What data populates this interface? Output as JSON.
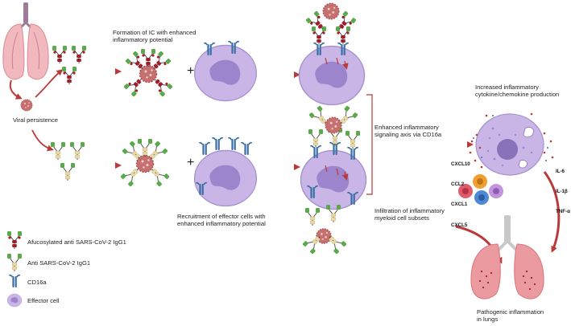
{
  "labels": {
    "viral_persistence": "Viral persistence",
    "formation_ic": "Formation of IC with enhanced\ninflammatory potential",
    "recruitment": "Recruitment of effector cells with\nenhanced inflammatory potential",
    "signaling_axis": "Enhanced inflammatory\nsignaling axis via CD16a",
    "infiltration": "Infiltration of inflammatory\nmyeloid cell subsets",
    "increased_production": "Increased inflammatory\ncytokine/chemokine production",
    "pathogenic": "Pathogenic inflammation\nin lungs"
  },
  "chemokines": [
    "CXCL10",
    "CCL2",
    "CXCL1",
    "CXCL5"
  ],
  "cytokines": [
    "IL-6",
    "IL-1β",
    "TNF-α"
  ],
  "operators": {
    "plus": "+"
  },
  "legend": [
    {
      "icon": "afucosylated-igg1-icon",
      "label": "Afucosylated anti SARS-CoV-2 IgG1"
    },
    {
      "icon": "igg1-icon",
      "label": "Anti SARS-CoV-2 IgG1"
    },
    {
      "icon": "cd16a-receptor-icon",
      "label": "CD16a"
    },
    {
      "icon": "effector-cell-icon",
      "label": "Effector cell"
    }
  ],
  "colors": {
    "arrow": "#b83a3a",
    "antibody_light": "#5aa94a",
    "antibody_afuco": "#a01e2a",
    "antibody_plain": "#e9d9a6",
    "receptor": "#3a6fa5",
    "cell": "#c9b6e6",
    "nucleus": "#9c85cc",
    "virus": "#c77070",
    "lung": "#eb9aa0"
  }
}
